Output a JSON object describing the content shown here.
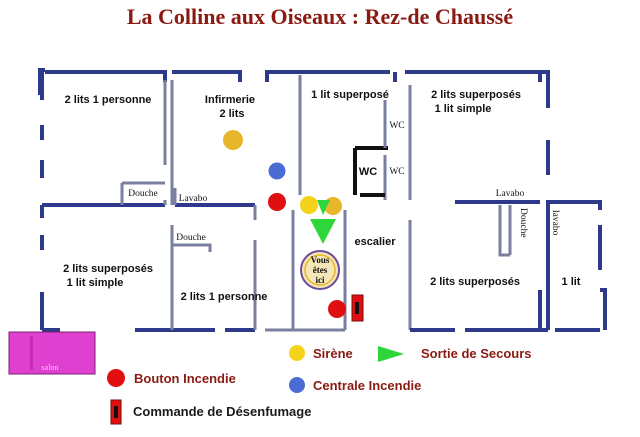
{
  "title": "La Colline aux Oiseaux : Rez-de Chaussé",
  "rooms": {
    "r1": "2 lits 1 personne",
    "infirmerie": "Infirmerie",
    "infirmerie_beds": "2 lits",
    "r3": "1 lit superposé",
    "r4_line1": "2 lits superposés",
    "r4_line2": "1 lit simple",
    "r5_line1": "2 lits superposés",
    "r5_line2": "1 lit simple",
    "r6": "2 lits 1 personne",
    "r7": "2 lits superposés",
    "r8": "1 lit",
    "escalier": "escalier"
  },
  "fixtures": {
    "douche1": "Douche",
    "lavabo1": "Lavabo",
    "douche2": "Douche",
    "wc1": "WC",
    "wc2": "WC",
    "wc3": "WC",
    "lavabo2": "Lavabo",
    "douche_vertical": "Douche",
    "lavabo_vertical": "lavabo",
    "vous_etes_ici_1": "Vous",
    "vous_etes_ici_2": "êtes",
    "vous_etes_ici_3": "ici",
    "pink_label": "salon"
  },
  "legend": {
    "sirene": "Sirène",
    "sortie": "Sortie de Secours",
    "bouton": "Bouton Incendie",
    "centrale": "Centrale Incendie",
    "commande": "Commande de Désenfumage"
  },
  "colors": {
    "title": "#8a1a12",
    "wall": "#2d3a8c",
    "sirene": "#f5d31a",
    "bouton": "#e01010",
    "centrale": "#4a6cd4",
    "sortie": "#2fd63a",
    "infirmerie_dot": "#e8b62a",
    "pink": "#e040d0"
  }
}
